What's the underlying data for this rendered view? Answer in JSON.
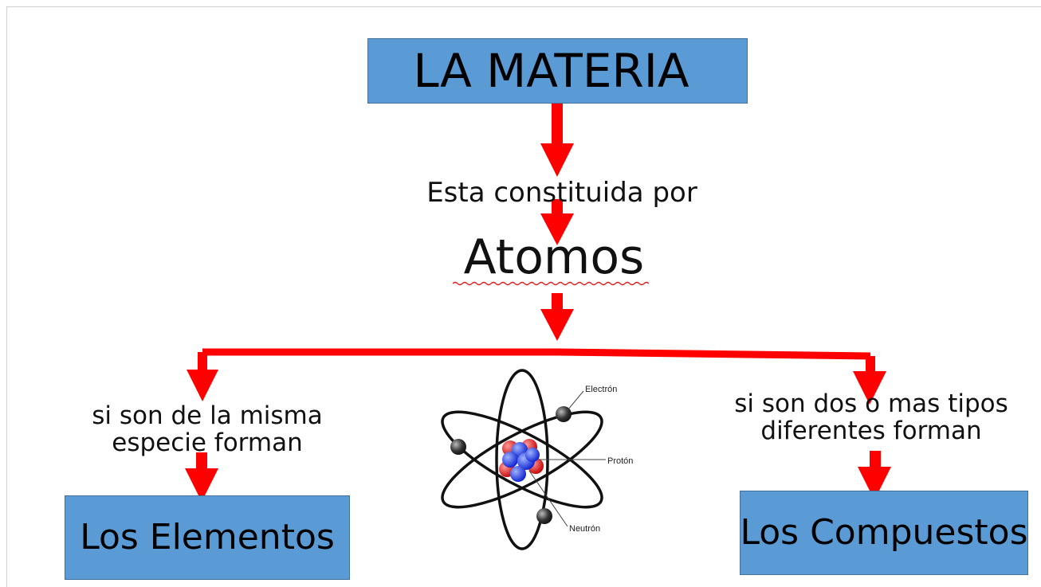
{
  "diagram": {
    "root": "LA MATERIA",
    "link_1": "Esta constituida por",
    "node_1": "Atomos",
    "left_link": "si son de la misma especie forman",
    "left_link_line1": "si son de la misma",
    "left_link_line2": "especie forman",
    "left_node": "Los Elementos",
    "right_link_line1": "si son dos o mas tipos",
    "right_link_line2": "diferentes forman",
    "right_node": "Los Compuestos",
    "atom_labels": {
      "electron": "Electrón",
      "proton": "Protón",
      "neutron": "Neutrón"
    }
  },
  "colors": {
    "box_fill": "#5b9bd5",
    "arrow": "#ff0000",
    "spellcheck_underline": "#e02020"
  }
}
